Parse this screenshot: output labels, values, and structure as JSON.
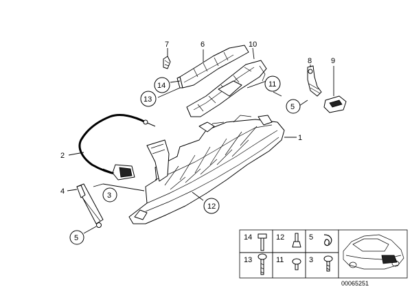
{
  "callouts": {
    "c1": "1",
    "c2": "2",
    "c3": "3",
    "c4": "4",
    "c5a": "5",
    "c5b": "5",
    "c6": "6",
    "c7": "7",
    "c8": "8",
    "c9": "9",
    "c10": "10",
    "c11": "11",
    "c12": "12",
    "c13": "13",
    "c14": "14"
  },
  "legend": {
    "r1": [
      "14",
      "12",
      "5"
    ],
    "r2": [
      "13",
      "11",
      "3"
    ]
  },
  "doc_number": "00065251"
}
